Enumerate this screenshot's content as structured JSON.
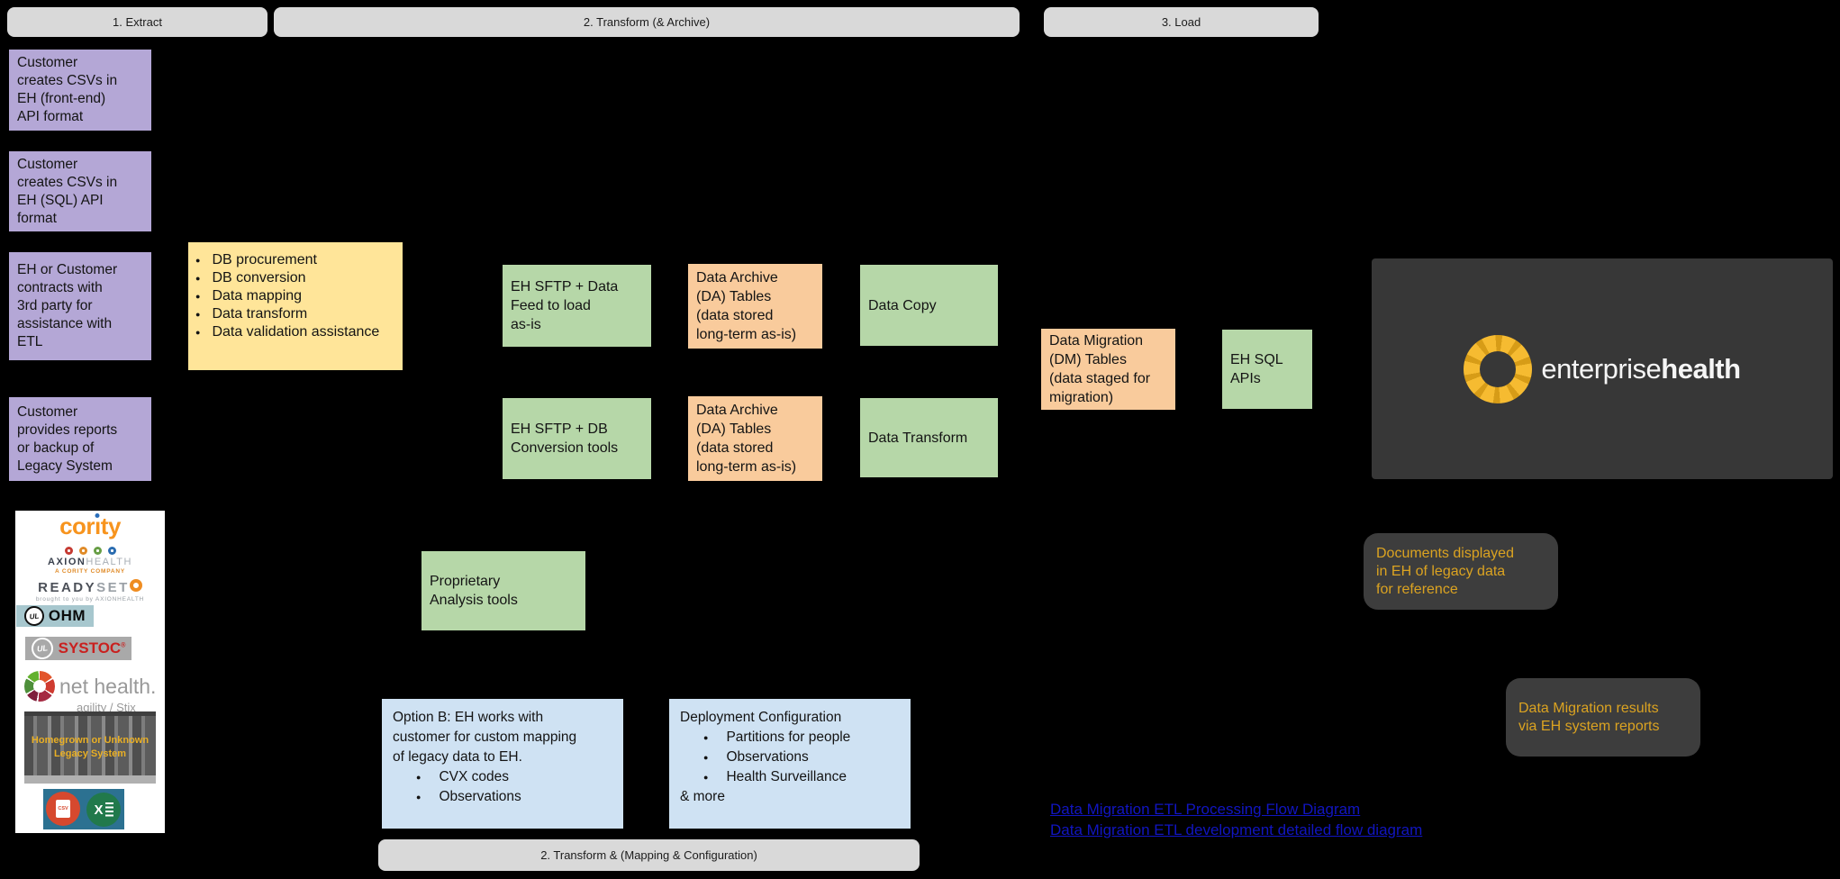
{
  "colors": {
    "background": "#000000",
    "purple": "#b4a7d6",
    "yellow": "#ffe599",
    "green": "#b6d7a8",
    "orange": "#f9cb9c",
    "blue": "#cfe2f3",
    "header_gray": "#d9d9d9",
    "note_gray": "#3d3d3d",
    "note_text": "#dba321",
    "link_blue": "#1115c1",
    "eh_panel": "#373737",
    "eh_yellow": "#f3b229"
  },
  "stage_headers": {
    "extract": "1. Extract",
    "transform": "2. Transform (& Archive)",
    "load": "3. Load",
    "transform_mapping": "2. Transform & (Mapping & Configuration)"
  },
  "extract_options": [
    {
      "text": "Customer\ncreates CSVs in\nEH (front-end)\nAPI format"
    },
    {
      "text": "Customer\ncreates CSVs in\nEH (SQL) API\nformat"
    },
    {
      "text": "EH or Customer\ncontracts with\n3rd party for\nassistance with\nETL"
    },
    {
      "text": "Customer\nprovides reports\nor backup of\nLegacy System"
    }
  ],
  "assistance_list": {
    "items": [
      "DB procurement",
      "DB conversion",
      "Data mapping",
      "Data transform",
      "Data validation assistance"
    ]
  },
  "flow": {
    "sftp_feed": "EH SFTP + Data\nFeed to load\nas-is",
    "da_tables_1": "Data Archive\n(DA) Tables\n(data stored\nlong-term as-is)",
    "data_copy": "Data Copy",
    "sftp_db": "EH SFTP + DB\nConversion tools",
    "da_tables_2": "Data Archive\n(DA) Tables\n(data stored\nlong-term as-is)",
    "data_transform": "Data Transform",
    "dm_tables": "Data Migration\n(DM) Tables\n(data staged for\nmigration)",
    "eh_sql_apis": "EH SQL\nAPIs",
    "proprietary": "Proprietary\nAnalysis tools"
  },
  "mapping_boxes": [
    {
      "intro": "Option B: EH works with\ncustomer for custom mapping\nof legacy data to EH.",
      "bullets": [
        "CVX codes",
        "Observations"
      ],
      "outro": ""
    },
    {
      "intro": "Deployment Configuration",
      "bullets": [
        "Partitions for people",
        "Observations",
        "Health Surveillance"
      ],
      "outro": "& more"
    }
  ],
  "notes": [
    {
      "text": "Documents displayed\nin EH of legacy data\nfor reference"
    },
    {
      "text": "Data Migration results\nvia EH system reports"
    }
  ],
  "links": [
    {
      "text": "Data Migration ETL Processing Flow Diagram"
    },
    {
      "text": "Data Migration ETL development detailed flow diagram"
    }
  ],
  "eh_brand": {
    "part1": "enterprise",
    "part2": "health"
  },
  "legacy_panel": {
    "cority_pre": "cor",
    "cority_i": "ı",
    "cority_post": "ty",
    "axion_bold": "AXION",
    "axion_light": "HEALTH",
    "axion_tag": "A CORITY COMPANY",
    "ready_bold": "READY",
    "ready_light": "SET",
    "ready_tag": "brought to you by AXIONHEALTH",
    "ul": "UL",
    "ohm": "OHM",
    "systoc": "SYSTOC",
    "reg": "®",
    "nh_name": "net health.",
    "nh_tag": "agility / Stix",
    "legacy_caption": "Homegrown or Unknown\nLegacy System",
    "csv": "CSV",
    "excel_x": "X"
  }
}
